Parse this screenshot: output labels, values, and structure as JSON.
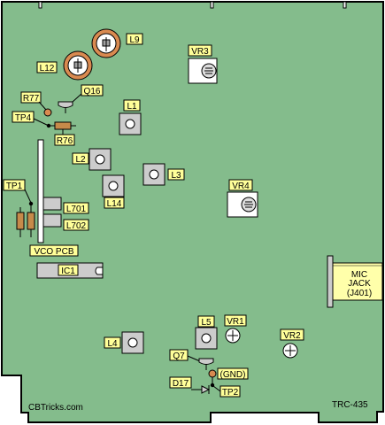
{
  "colors": {
    "pcb": "#84BC8C",
    "outline": "#000000",
    "label_bg": "#FFFF99",
    "part_gray": "#CCCCCC",
    "part_white": "#FFFFFF",
    "copper": "#D98A50",
    "resistor": "#C68A4A",
    "jack_yellow": "#FFFFAA"
  },
  "labels": {
    "l9": "L9",
    "l12": "L12",
    "vr3": "VR3",
    "r77": "R77",
    "q16": "Q16",
    "tp4": "TP4",
    "r76": "R76",
    "l1": "L1",
    "l2": "L2",
    "l3": "L3",
    "l14": "L14",
    "vr4": "VR4",
    "tp1": "TP1",
    "l701": "L701",
    "l702": "L702",
    "vco_pcb": "VCO PCB",
    "ic1": "IC1",
    "mic_jack_1": "MIC",
    "mic_jack_2": "JACK",
    "mic_jack_3": "(J401)",
    "l5": "L5",
    "vr1": "VR1",
    "l4": "L4",
    "vr2": "VR2",
    "q7": "Q7",
    "gnd": "(GND)",
    "d17": "D17",
    "tp2": "TP2"
  },
  "footer": {
    "site": "CBTricks.com",
    "model": "TRC-435"
  }
}
